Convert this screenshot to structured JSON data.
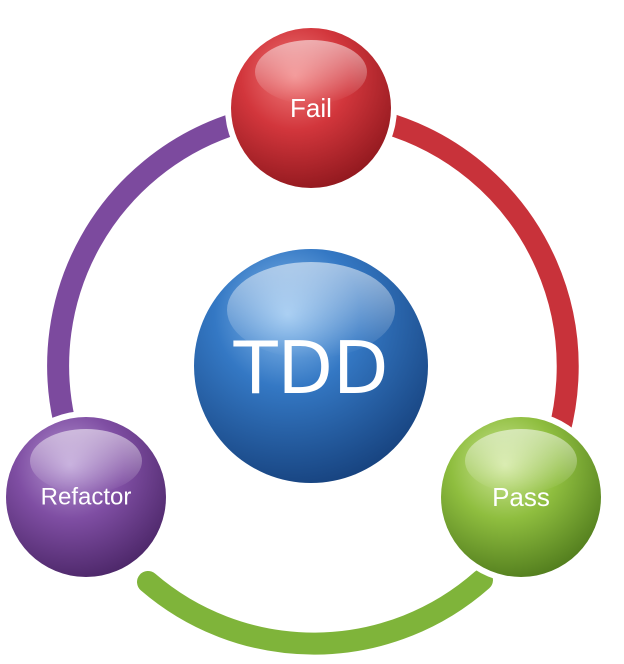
{
  "diagram": {
    "center": {
      "label": "TDD",
      "color": "#2f6db5"
    },
    "stages": [
      {
        "label": "Fail",
        "color": "#c8323a"
      },
      {
        "label": "Pass",
        "color": "#86b23a"
      },
      {
        "label": "Refactor",
        "color": "#7c4a9e"
      }
    ],
    "connectors": [
      {
        "from": "Fail",
        "to": "Pass",
        "color": "#c8323a"
      },
      {
        "from": "Pass",
        "to": "Refactor",
        "color": "#7fb43a"
      },
      {
        "from": "Refactor",
        "to": "Fail",
        "color": "#7c4a9e"
      }
    ]
  }
}
